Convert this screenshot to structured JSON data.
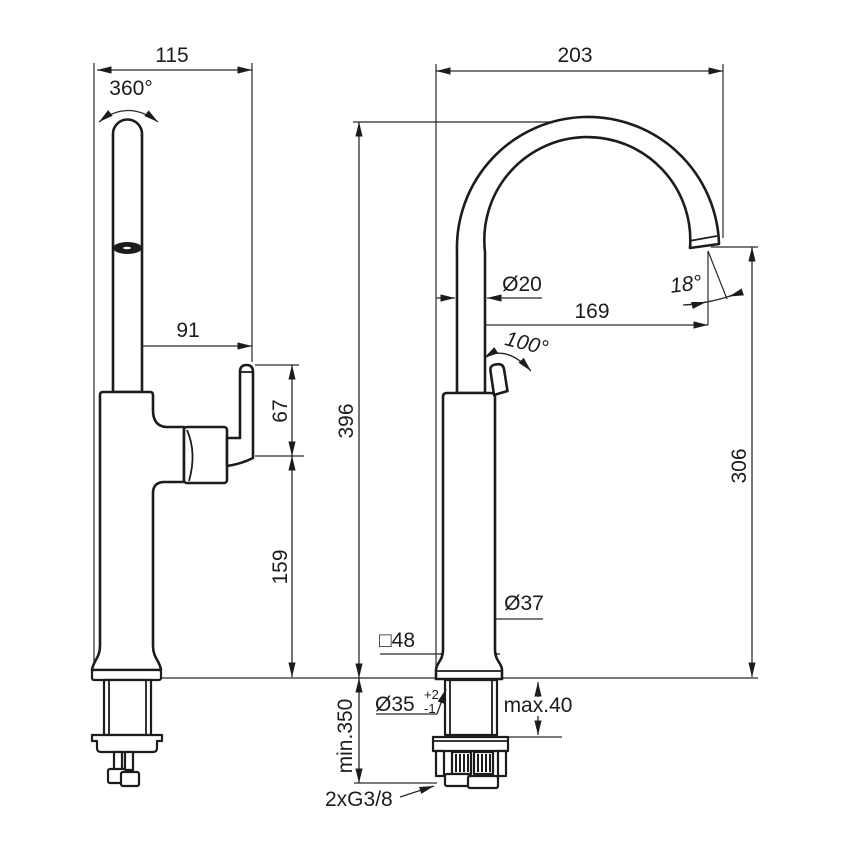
{
  "drawing": {
    "title": "faucet-installation-dimensions",
    "background": "#ffffff",
    "line_color": "#1c1c1c",
    "side_view": {
      "overall_depth": "115",
      "swivel_angle": "360°",
      "spout_offset": "91",
      "lever_height": "67",
      "body_height": "159"
    },
    "front_view": {
      "overall_width": "203",
      "spout_diameter": "Ø20",
      "outlet_reach": "169",
      "outlet_angle": "18°",
      "lever_swing_angle": "100°",
      "total_height": "396",
      "outlet_height": "306",
      "body_diameter": "Ø37",
      "base_square": "□48",
      "hole_diameter": "Ø35",
      "hole_tolerance_plus": "+2",
      "hole_tolerance_minus": "-1",
      "max_counter_thickness": "max.40",
      "min_hose_length": "min.350",
      "connection_thread": "2xG3/8"
    }
  }
}
